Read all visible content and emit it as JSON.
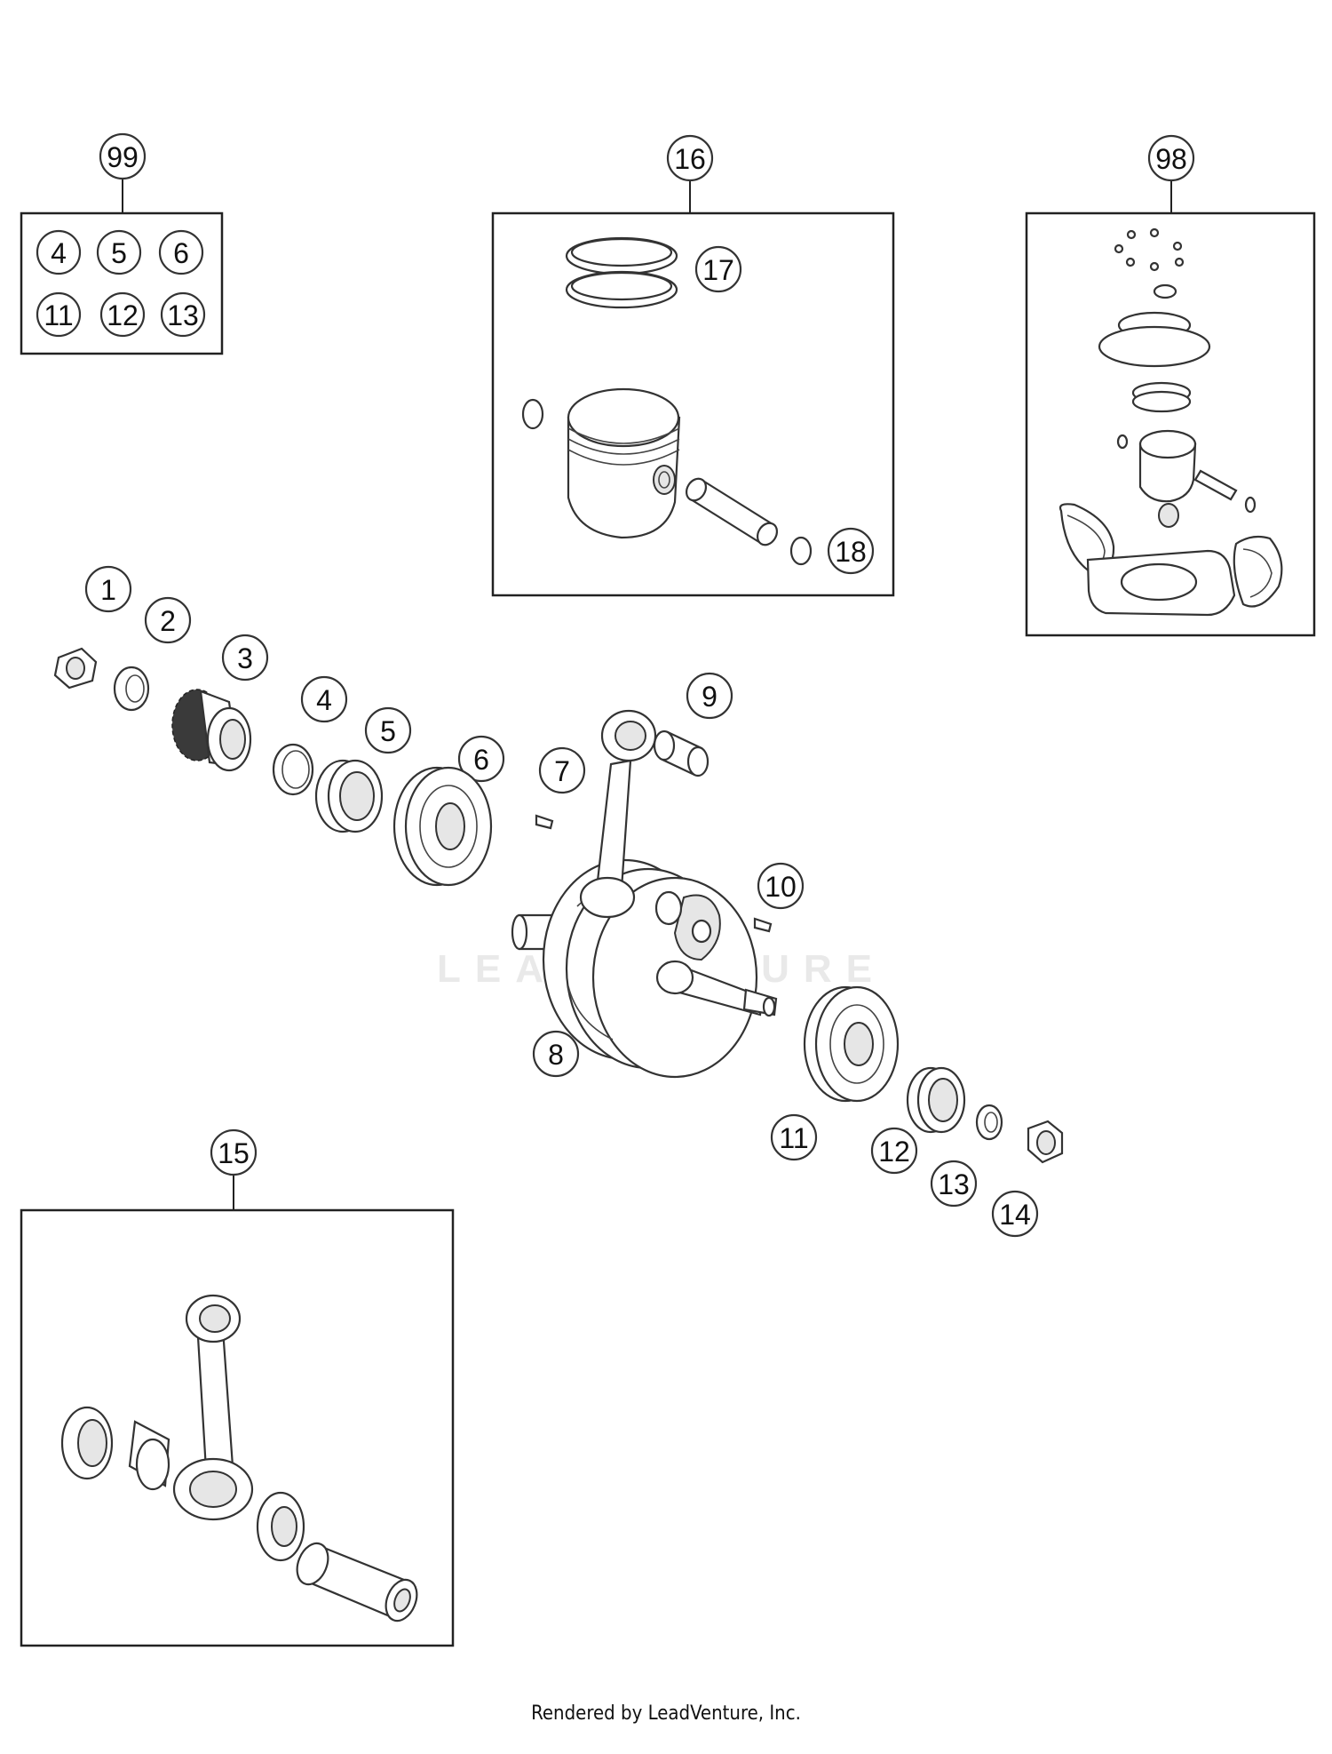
{
  "callouts": {
    "c1": "1",
    "c2": "2",
    "c3": "3",
    "c4": "4",
    "c5": "5",
    "c6": "6",
    "c7": "7",
    "c8": "8",
    "c9": "9",
    "c10": "10",
    "c11": "11",
    "c12": "12",
    "c13": "13",
    "c14": "14",
    "c15": "15",
    "c16": "16",
    "c17": "17",
    "c18": "18",
    "c98": "98",
    "c99": "99"
  },
  "kit99": [
    "4",
    "5",
    "6",
    "11",
    "12",
    "13"
  ],
  "watermark": "LEADVENTURE",
  "footer": "Rendered by LeadVenture, Inc."
}
